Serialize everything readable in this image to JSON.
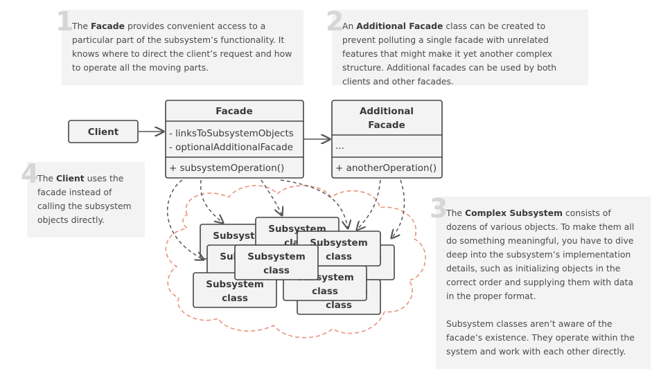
{
  "notes": {
    "n1": {
      "num": "1",
      "pre": "The ",
      "bold": "Facade",
      "post": " provides convenient access to a particular part of the subsystem’s functionality. It knows where to direct the client’s request and how to operate all the moving parts."
    },
    "n2": {
      "num": "2",
      "pre": "An ",
      "bold": "Additional Facade",
      "post": " class can be created to prevent polluting a single facade with unrelated features that might make it yet another complex structure. Additional facades can be used by both clients and other facades."
    },
    "n3": {
      "num": "3",
      "pre": "The ",
      "bold": "Complex Subsystem",
      "post": " consists of dozens of various objects. To make them all do something meaningful, you have to dive deep into the subsystem’s implementation details, such as initializing objects in the correct order and supplying them with data in the proper format.",
      "para2": "Subsystem classes aren’t aware of the facade’s existence. They operate within the system and work with each other directly."
    },
    "n4": {
      "num": "4",
      "pre": "The ",
      "bold": "Client",
      "post": " uses the facade instead of calling the subsystem objects directly."
    }
  },
  "diagram": {
    "client": "Client",
    "facade": {
      "title": "Facade",
      "field1": "- linksToSubsystemObjects",
      "field2": "- optionalAdditionalFacade",
      "method": "+ subsystemOperation()"
    },
    "additional_facade": {
      "title_line1": "Additional",
      "title_line2": "Facade",
      "field": "...",
      "method": "+ anotherOperation()"
    },
    "subsystem_label_line1": "Subsystem",
    "subsystem_label_line2": "class"
  },
  "colors": {
    "note_bg": "#f3f3f3",
    "box_border": "#444444",
    "cloud": "#e8927c",
    "arrow": "#555555"
  }
}
